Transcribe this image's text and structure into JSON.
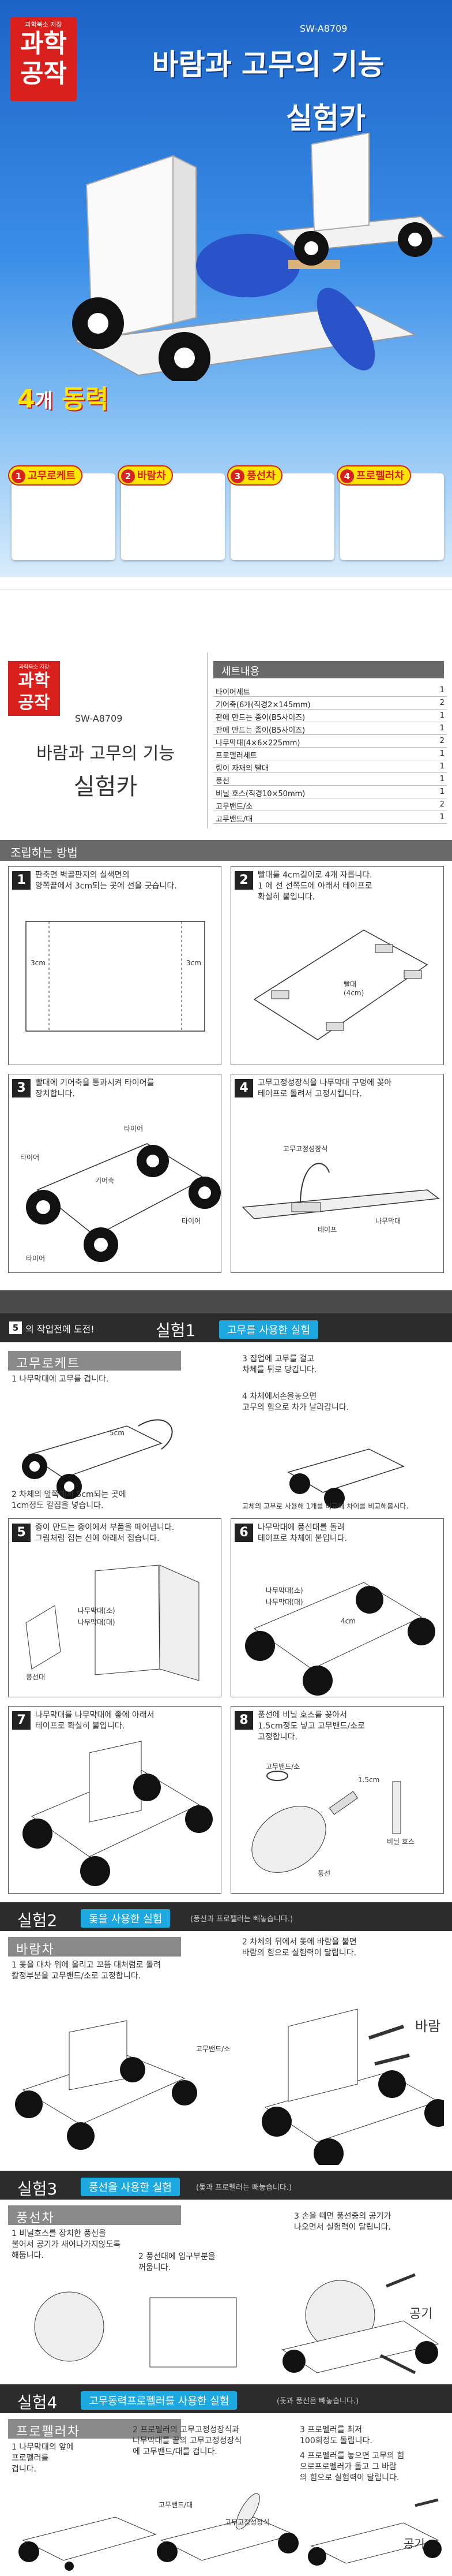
{
  "cover": {
    "logo_sub": "과학북소 저장",
    "logo_top": "과학",
    "logo_bottom": "공작",
    "code": "SW-A8709",
    "title_line1": "바람과 고무의 기능",
    "title_line2": "실험카",
    "power_count": "4",
    "power_unit": "개",
    "power_word": "동력",
    "chips": [
      {
        "num": "1",
        "label": "고무로케트"
      },
      {
        "num": "2",
        "label": "바람차"
      },
      {
        "num": "3",
        "label": "풍선차"
      },
      {
        "num": "4",
        "label": "프로펠러차"
      }
    ]
  },
  "title_page": {
    "brand_sub": "과학북소 저장",
    "brand_top": "과학",
    "brand_bottom": "공작",
    "code": "SW-A8709",
    "title_line1": "바람과 고무의 기능",
    "title_line2": "실험카",
    "parts_header": "세트내용",
    "parts": [
      {
        "name": "타이어세트",
        "qty": "1"
      },
      {
        "name": "기어축(6개(직경2×145mm)",
        "qty": "2"
      },
      {
        "name": "판에 만드는 종이(B5사이즈)",
        "qty": "1"
      },
      {
        "name": "판에 만드는 종이(B5사이즈)",
        "qty": "1"
      },
      {
        "name": "나무막대(4×6×225mm)",
        "qty": "2"
      },
      {
        "name": "프로펠러세트",
        "qty": "1"
      },
      {
        "name": "링이 자재의 빨대",
        "qty": "1"
      },
      {
        "name": "풍선",
        "qty": "1"
      },
      {
        "name": "비닐 호스(직경10×50mm)",
        "qty": "1"
      },
      {
        "name": "고무밴드/소",
        "qty": "2"
      },
      {
        "name": "고무밴드/대",
        "qty": "1"
      }
    ]
  },
  "assembly": {
    "header": "조립하는 방법",
    "steps": [
      {
        "num": "1",
        "text": "판축면 벽골판지의 실색면의\n양쪽끝에서 3cm되는 곳에 선을 긋습니다."
      },
      {
        "num": "2",
        "text": "빨대를 4cm길이로 4개 자릅니다.\n1 에 선 선쪽드에 아래서 테이프로\n확실히 붙입니다."
      },
      {
        "num": "3",
        "text": "빨대에 기어축을 통과시켜 타이어를\n장치합니다."
      },
      {
        "num": "4",
        "text": "고무고정성장식을 나무막대 구멍에 꽂아\n테이프로 돌려서 고정시킵니다."
      }
    ],
    "labels": {
      "cm3a": "3cm",
      "cm3b": "3cm",
      "straw": "빨대\n(4cm)",
      "tire1": "타이어",
      "tire2": "타이어",
      "tire3": "타이어",
      "tire4": "타이어",
      "axle": "기어축",
      "hook": "고무고정성장식",
      "tape": "테이프",
      "stick": "나무막대"
    }
  },
  "experiment": {
    "bar_left_num": "5",
    "bar_left": "의 작업전에 도전!",
    "exp1_label": "실험1",
    "exp1_pill": "고무를 사용한 실험",
    "sub1": "고무로케트",
    "p1": "1  나무막대에 고무를 겁니다.",
    "p2": "3  집업에 고무를 걸고\n   차체를 뒤로 당깁니다.",
    "p3": "4  차체에서손을놓으면\n   고무의 힘으로 차가 날라갑니다.",
    "p4": "2  차체의 앞쪽에서 5cm되는 곳에\n   1cm정도 칼집을 넣습니다.",
    "p5": "고체의 고무로 사용해 1개를 비교해 차이를 비교해봅시다.",
    "fivecm": "5cm",
    "steps": [
      {
        "num": "5",
        "text": "종이 만드는 종이에서 부품을 떼어냅니다.\n그림처럼 접는 선에 아래서 접습니다."
      },
      {
        "num": "6",
        "text": "나무막대에 풍선대를 돌려\n테이프로 차체에 붙입니다."
      },
      {
        "num": "7",
        "text": "나무막대를 나무막대에 좋에 아래서\n테이프로 확실히 붙입니다."
      },
      {
        "num": "8",
        "text": "풍선에 비닐 호스를 꽂아서\n1.5cm정도 넣고 고무밴드/소로\n고정합니다."
      }
    ],
    "s5_labels": {
      "a": "풍선대",
      "b": "나무막대(소)",
      "c": "나무막대(대)"
    },
    "s6_labels": {
      "a": "나무막대(소)",
      "b": "나무막대(대)",
      "c": "4cm"
    },
    "s8_labels": {
      "band": "고무밴드/소",
      "len": "1.5cm",
      "hose": "비닐 호스",
      "balloon": "풍선"
    },
    "exp2_label": "실험2",
    "exp2_pill": "돛을 사용한 실험",
    "exp2_note": "(풍선과 프로펠러는 빼놓습니다.)",
    "sub2": "바람차",
    "e2p1": "1  돛을 대차 위에 올리고 꼬뜸 대처럼로 돌려\n   칼정부분을 고무밴드/소로 고정합니다.",
    "e2p2": "2  차체의 뒤에서 돛에 바람을 불면\n   바람의 힘으로 실험력이 달립니다.",
    "e2_band": "고무밴드/소",
    "e2_wind": "바람",
    "exp3_label": "실험3",
    "exp3_pill": "풍선을 사용한 실험",
    "exp3_note": "(돛과 프로펠러는 빼놓습니다.)",
    "sub3": "풍선차",
    "e3p1": "1  비닐호스를 장치한 풍선을\n   불어서 공기가 새어나가지않도록\n   해둡니다.",
    "e3p2": "2  풍선대에 입구부분을\n   꺼웁니다.",
    "e3p3": "3  손을 떼면 풍선중의 공기가\n   나오면서 실험력이 달립니다.",
    "e3_air": "공기",
    "exp4_label": "실험4",
    "exp4_pill": "고무동력프로펠러를 사용한 실험",
    "exp4_note": "(돛과 풍선은 빼놓습니다.)",
    "sub4": "프로펠러차",
    "e4p1": "1  나무막대의 앞에\n   프로펠러를\n   겁니다.",
    "e4p2": "2  프로펠러의 고무고정성장식과\n   나무막대를 끝의 고무고정성장식\n   에 고무밴드/대를 겁니다.",
    "e4p3": "3  프로펠러를 최저\n   100회정도 돌립니다.",
    "e4p4": "4  프로펠러를 놓으면 고무의 힘\n   으로프로펠러가 돌고 그 바람\n   의 힘으로 실험력이 달립니다.",
    "e4_band": "고무밴드/대",
    "e4_hook": "고무고정성장식",
    "e4_air": "공기"
  }
}
